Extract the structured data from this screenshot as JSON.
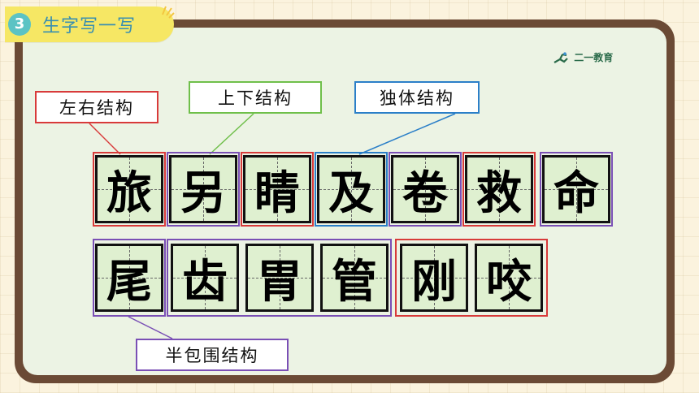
{
  "section": {
    "number": "3",
    "title": "生字写一写"
  },
  "logo": {
    "text": "二一教育"
  },
  "structure_labels": {
    "left_right": "左右结构",
    "top_bottom": "上下结构",
    "single": "独体结构",
    "half_enclosed": "半包围结构"
  },
  "colors": {
    "left_right": "#d83a3a",
    "top_bottom": "#6fbf4a",
    "single": "#2b7fc8",
    "half_enclosed": "#7a4fb5",
    "board_frame": "#6b4a35",
    "tab": "#f6e764",
    "tab_number": "#5cc3c4"
  },
  "characters": {
    "row1": [
      "旅",
      "另",
      "睛",
      "及",
      "卷",
      "救",
      "命"
    ],
    "row2": [
      "尾",
      "齿",
      "胃",
      "管",
      "刚",
      "咬"
    ]
  }
}
